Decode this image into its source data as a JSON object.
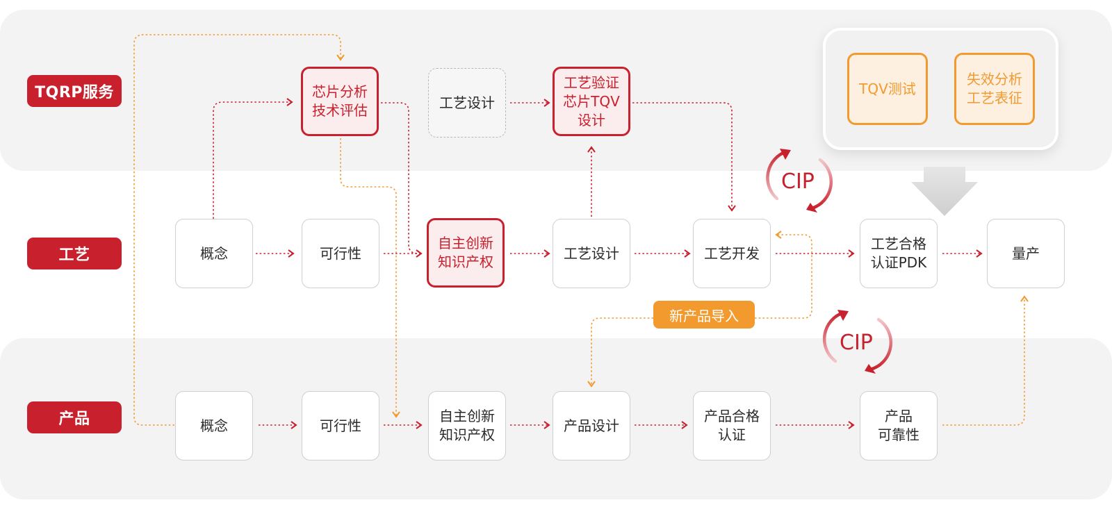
{
  "rows": {
    "tqrp": "TQRP服务",
    "process": "工艺",
    "product": "产品"
  },
  "tqrp_row": {
    "chip_eval": "芯片分析\n技术评估",
    "process_design": "工艺设计",
    "verify": "工艺验证\n芯片TQV\n设计"
  },
  "callout": {
    "tqv_test": "TQV测试",
    "failure": "失效分析\n工艺表征"
  },
  "process_row": {
    "concept": "概念",
    "feasibility": "可行性",
    "ip": "自主创新\n知识产权",
    "design": "工艺设计",
    "develop": "工艺开发",
    "qualify": "工艺合格\n认证PDK",
    "mass": "量产"
  },
  "product_row": {
    "concept": "概念",
    "feasibility": "可行性",
    "ip": "自主创新\n知识产权",
    "design": "产品设计",
    "qualify": "产品合格\n认证",
    "reliability": "产品\n可靠性"
  },
  "npi": "新产品导入",
  "cip": [
    "CIP",
    "CIP"
  ],
  "colors": {
    "red": "#c8202c",
    "orange": "#f29a2e",
    "box_border": "#cfcfcf",
    "band": "#f3f3f3"
  }
}
